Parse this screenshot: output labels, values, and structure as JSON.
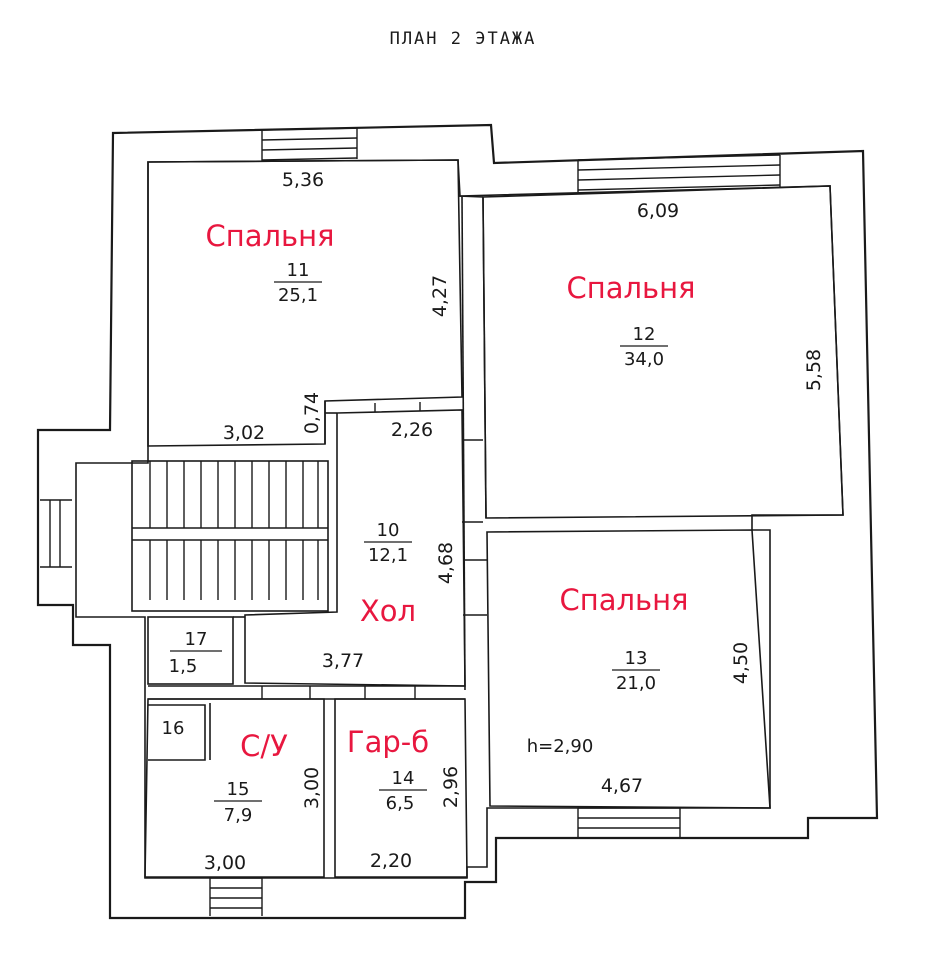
{
  "title": "ПЛАН 2 ЭТАЖА",
  "ceiling_height": "h=2,90",
  "rooms": {
    "bedroom_11": {
      "name": "Спальня",
      "number": "11",
      "area": "25,1"
    },
    "bedroom_12": {
      "name": "Спальня",
      "number": "12",
      "area": "34,0"
    },
    "bedroom_13": {
      "name": "Спальня",
      "number": "13",
      "area": "21,0"
    },
    "hall_10": {
      "name": "Хол",
      "number": "10",
      "area": "12,1"
    },
    "room_17": {
      "number": "17",
      "area": "1,5"
    },
    "room_16": {
      "number": "16"
    },
    "bathroom_15": {
      "name": "С/У",
      "number": "15",
      "area": "7,9"
    },
    "dressing_14": {
      "name": "Гар-б",
      "number": "14",
      "area": "6,5"
    }
  },
  "dimensions": {
    "d_536": "5,36",
    "d_427": "4,27",
    "d_302": "3,02",
    "d_074": "0,74",
    "d_226": "2,26",
    "d_609": "6,09",
    "d_558": "5,58",
    "d_468": "4,68",
    "d_377": "3,77",
    "d_450": "4,50",
    "d_467": "4,67",
    "d_300v": "3,00",
    "d_300h": "3,00",
    "d_296": "2,96",
    "d_220": "2,20"
  },
  "colors": {
    "room_label": "#e8173f",
    "line": "#1a1a1a"
  }
}
